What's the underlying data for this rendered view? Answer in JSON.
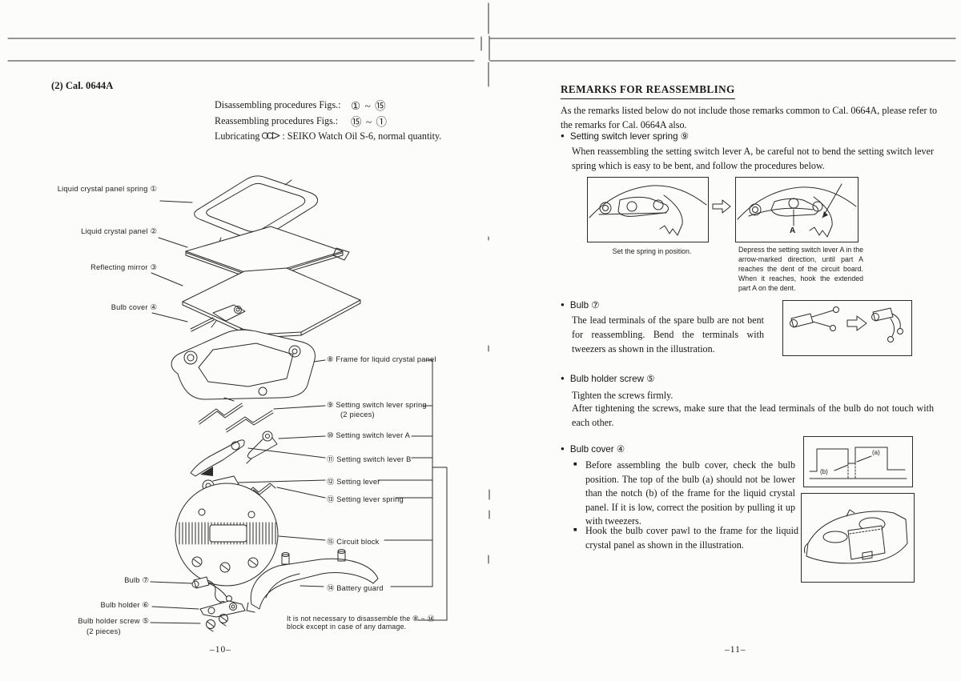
{
  "left_page": {
    "title": "(2)  Cal. 0644A",
    "procedures": {
      "rows": [
        {
          "label": "Disassembling procedures Figs.:",
          "range": "① ~ ⑮"
        },
        {
          "label": "Reassembling procedures Figs.:",
          "range": "⑮ ~ ①"
        }
      ],
      "lubricating_label": "Lubricating",
      "lubricating_text": ":  SEIKO Watch Oil S-6, normal quantity."
    },
    "labels_left": [
      {
        "text": "Liquid crystal panel spring  ①"
      },
      {
        "text": "Liquid crystal panel  ②"
      },
      {
        "text": "Reflecting mirror  ③"
      },
      {
        "text": "Bulb cover  ④"
      },
      {
        "text": "Bulb  ⑦"
      },
      {
        "text": "Bulb holder  ⑥"
      },
      {
        "text": "Bulb holder screw  ⑤",
        "sub": "(2 pieces)"
      }
    ],
    "labels_right": [
      {
        "text": "⑧  Frame for liquid crystal panel"
      },
      {
        "text": "⑨  Setting switch lever spring",
        "sub": "(2 pieces)"
      },
      {
        "text": "⑩  Setting switch lever A"
      },
      {
        "text": "⑪  Setting switch lever B"
      },
      {
        "text": "⑫  Setting lever"
      },
      {
        "text": "⑬  Setting lever spring"
      },
      {
        "text": "⑮  Circuit block"
      },
      {
        "text": "⑭  Battery guard"
      }
    ],
    "note_line1": "It is not necessary to disassemble the ⑧ ~ ⑭",
    "note_line2": "block except in case of any damage.",
    "page_number": "–10–"
  },
  "right_page": {
    "heading": "REMARKS FOR REASSEMBLING",
    "intro": "As the remarks listed below do not include those remarks common to Cal. 0664A, please refer to the remarks for Cal. 0664A also.",
    "sections": {
      "spring": {
        "marker": "●",
        "title": "Setting switch lever spring ⑨",
        "body": "When reassembling the setting switch lever A, be careful not to bend the setting switch lever spring which is easy to be bent, and follow the procedures below.",
        "caption_left": "Set the spring in position.",
        "caption_right": "Depress the setting switch lever A in the arrow-marked direction, until part A reaches the dent of the circuit board. When it reaches, hook the extended part A on the dent.",
        "part_label": "A"
      },
      "bulb": {
        "marker": "●",
        "title": "Bulb ⑦",
        "body": "The lead terminals of the spare bulb are not bent for reassembling. Bend the terminals with tweezers as shown in the illustration."
      },
      "screw": {
        "marker": "●",
        "title": "Bulb holder screw ⑤",
        "line1": "Tighten the screws firmly.",
        "line2": "After tightening the screws, make sure that the lead terminals of the bulb do not touch with each other."
      },
      "cover": {
        "marker": "●",
        "item_marker": "■",
        "title": "Bulb cover ④",
        "item1": "Before assembling the bulb cover, check the bulb position. The top of the bulb (a) should not be lower than the notch (b) of the frame for the liquid crystal panel. If it is low, correct the position by pulling it up with tweezers.",
        "item2": "Hook the bulb cover pawl to the frame for the liquid crystal panel as shown in the illustration.",
        "label_a": "(a)",
        "label_b": "(b)"
      }
    },
    "page_number": "–11–"
  }
}
